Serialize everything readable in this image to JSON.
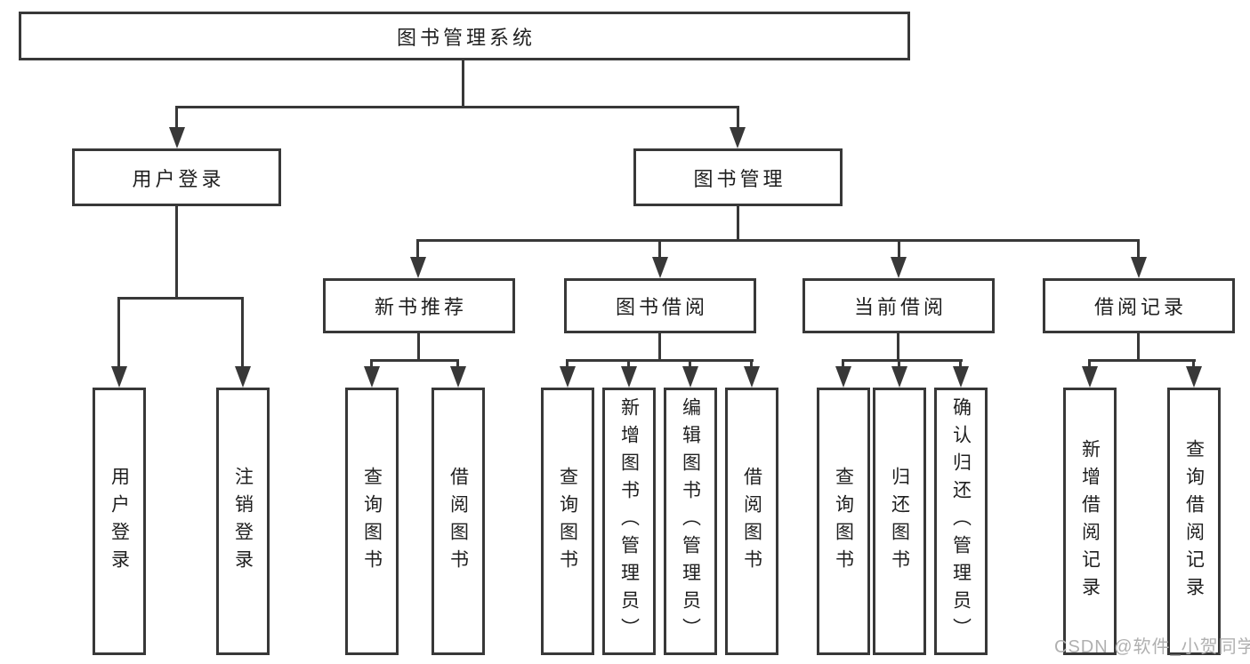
{
  "diagram": {
    "root": {
      "label": "图书管理系统"
    },
    "branches": [
      {
        "label": "用户登录",
        "children": [
          {
            "label": "用户登录"
          },
          {
            "label": "注销登录"
          }
        ]
      },
      {
        "label": "图书管理",
        "children": [
          {
            "label": "新书推荐",
            "children": [
              {
                "label": "查询图书"
              },
              {
                "label": "借阅图书"
              }
            ]
          },
          {
            "label": "图书借阅",
            "children": [
              {
                "label": "查询图书"
              },
              {
                "label": "新增图书（管理员）"
              },
              {
                "label": "编辑图书（管理员）"
              },
              {
                "label": "借阅图书"
              }
            ]
          },
          {
            "label": "当前借阅",
            "children": [
              {
                "label": "查询图书"
              },
              {
                "label": "归还图书"
              },
              {
                "label": "确认归还（管理员）"
              }
            ]
          },
          {
            "label": "借阅记录",
            "children": [
              {
                "label": "新增借阅记录"
              },
              {
                "label": "查询借阅记录"
              }
            ]
          }
        ]
      }
    ]
  },
  "watermark": {
    "text": "CSDN @软件_小贺同学"
  },
  "colors": {
    "line": "#383838",
    "text": "#1f1f1f",
    "watermark": "#b0b0b0",
    "background": "#ffffff"
  }
}
